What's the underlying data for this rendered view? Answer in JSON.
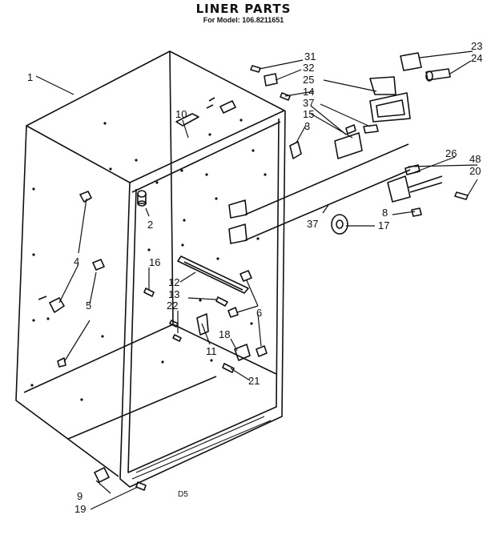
{
  "header": {
    "title": "LINER PARTS",
    "subtitle": "For Model: 106.8211651"
  },
  "footer": {
    "code": "D5"
  },
  "callouts": {
    "c1": "1",
    "c2": "2",
    "c3": "3",
    "c4": "4",
    "c5": "5",
    "c6": "6",
    "c8": "8",
    "c9": "9",
    "c10": "10",
    "c11": "11",
    "c12": "12",
    "c13": "13",
    "c14": "14",
    "c15": "15",
    "c16": "16",
    "c17": "17",
    "c18": "18",
    "c19": "19",
    "c20": "20",
    "c21": "21",
    "c22": "22",
    "c23": "23",
    "c24": "24",
    "c25": "25",
    "c26": "26",
    "c31": "31",
    "c32": "32",
    "c37a": "37",
    "c37b": "37",
    "c48": "48"
  }
}
